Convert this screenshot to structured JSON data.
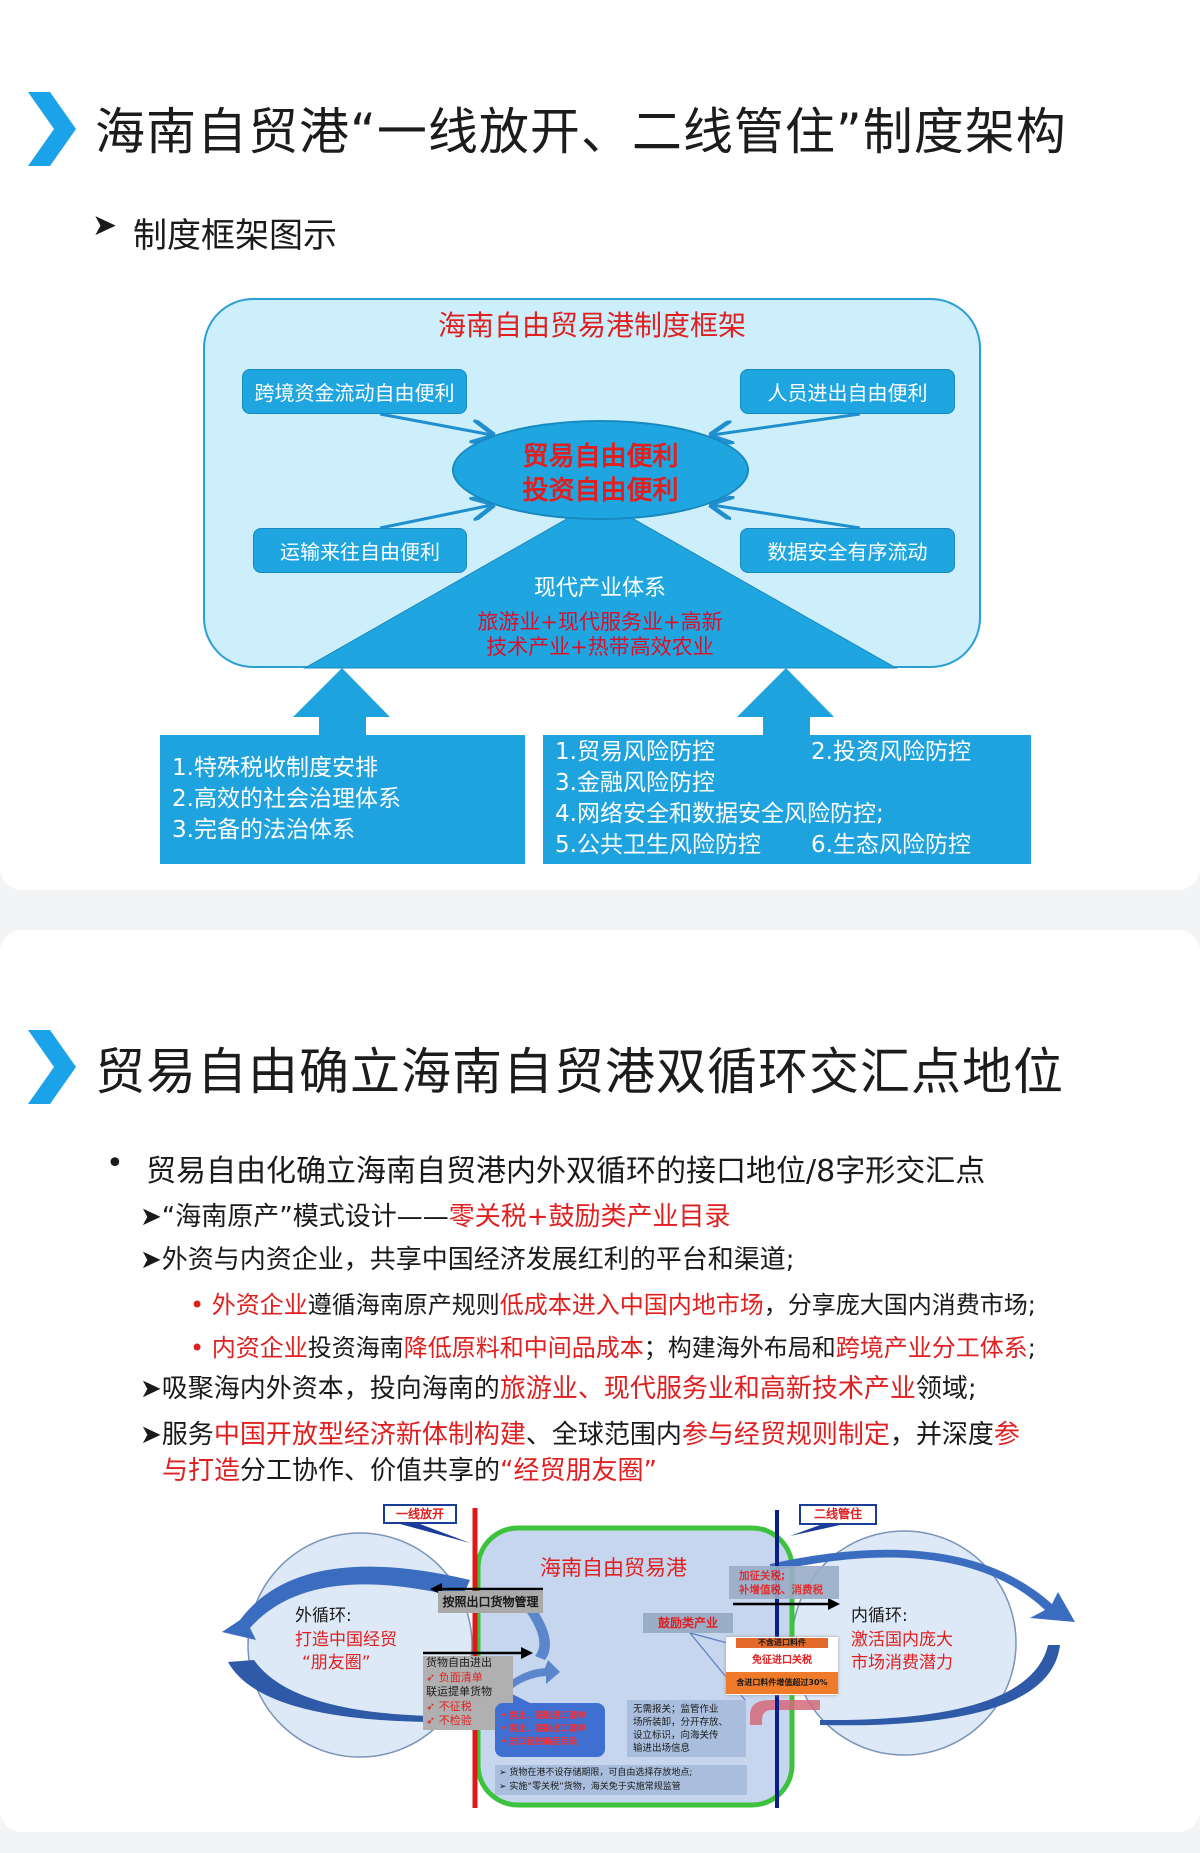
{
  "section1": {
    "title": "海南自贸港“一线放开、二线管住”制度架构",
    "subheading_marker": "➤",
    "subheading": "制度框架图示",
    "diagram": {
      "title": "海南自由贸易港制度框架",
      "box_top_left": "跨境资金流动自由便利",
      "box_top_right": "人员进出自由便利",
      "box_bottom_left": "运输来往自由便利",
      "box_bottom_right": "数据安全有序流动",
      "center_line1": "贸易自由便利",
      "center_line2": "投资自由便利",
      "pyramid_title": "现代产业体系",
      "pyramid_line1": "旅游业+现代服务业+高新",
      "pyramid_line2": "技术产业+热带高效农业",
      "left_list": [
        "1.特殊税收制度安排",
        "2.高效的社会治理体系",
        "3.完备的法治体系"
      ],
      "right_list": [
        "1.贸易风险防控",
        "2.投资风险防控",
        "3.金融风险防控",
        "4.网络安全和数据安全风险防控;",
        "5.公共卫生风险防控",
        "6.生态风险防控"
      ]
    }
  },
  "section2": {
    "title": "贸易自由确立海南自贸港双循环交汇点地位",
    "bullet": "•",
    "main_point": "贸易自由化确立海南自贸港内外双循环的接口地位/8字形交汇点",
    "marker": "➤",
    "dot": "•",
    "line1": [
      "“海南原产”模式设计——",
      "零关税+鼓励类产业目录"
    ],
    "line2": "外资与内资企业，共享中国经济发展红利的平台和渠道;",
    "line3": [
      "外资企业",
      "遵循海南原产规则",
      "低成本进入中国内地市场",
      "，分享庞大国内消费市场;"
    ],
    "line4": [
      "内资企业",
      "投资海南",
      "降低原料和中间品成本",
      "；构建海外布局和",
      "跨境产业分工体系",
      ";"
    ],
    "line5": [
      "吸聚海内外资本，投向海南的",
      "旅游业、现代服务业和高新技术产业",
      "领域;"
    ],
    "line6": [
      "服务",
      "中国开放型经济新体制构建",
      "、全球范围内",
      "参与经贸规则制定",
      "，并深度",
      "参"
    ],
    "line7": [
      "与打造",
      "分工协作、价值共享的",
      "“经贸朋友圈”"
    ]
  },
  "loop_diagram": {
    "first_line_label": "一线放开",
    "second_line_label": "二线管住",
    "port_title": "海南自由贸易港",
    "outer_title": "外循环:",
    "outer_line1": "打造中国经贸",
    "outer_line2": "“朋友圈”",
    "inner_title": "内循环:",
    "inner_line1": "激活国内庞大",
    "inner_line2": "市场消费潜力",
    "export_mgmt": "按照出口货物管理",
    "free_goods": "货物自由进出",
    "negative_list": "负面清单",
    "through_bill": "联运提单货物",
    "no_tax": "不征税",
    "no_inspect": "不检验",
    "ban_list": [
      "禁止、限制进口清单",
      "禁止、限制出口清单",
      "进口征税商品目录"
    ],
    "no_declare": [
      "无需报关；监管作业",
      "场所装卸，分开存放、",
      "设立标识，向海关传",
      "输进出场信息"
    ],
    "bottom_notes": [
      "货物在港不设存储期限，可自由选择存放地点;",
      "实施“零关税”货物，海关免于实施常规监管"
    ],
    "encouraged": "鼓励类产业",
    "extra_tax": [
      "加征关税;",
      "补增值税、消费税"
    ],
    "no_import_parts": "不含进口料件",
    "duty_free": "免征进口关税",
    "value_added": "含进口料件增值超过30%"
  },
  "colors": {
    "accent": "#1aa3e8",
    "red": "#e02020",
    "diagram_blue": "#1fa6e0"
  }
}
